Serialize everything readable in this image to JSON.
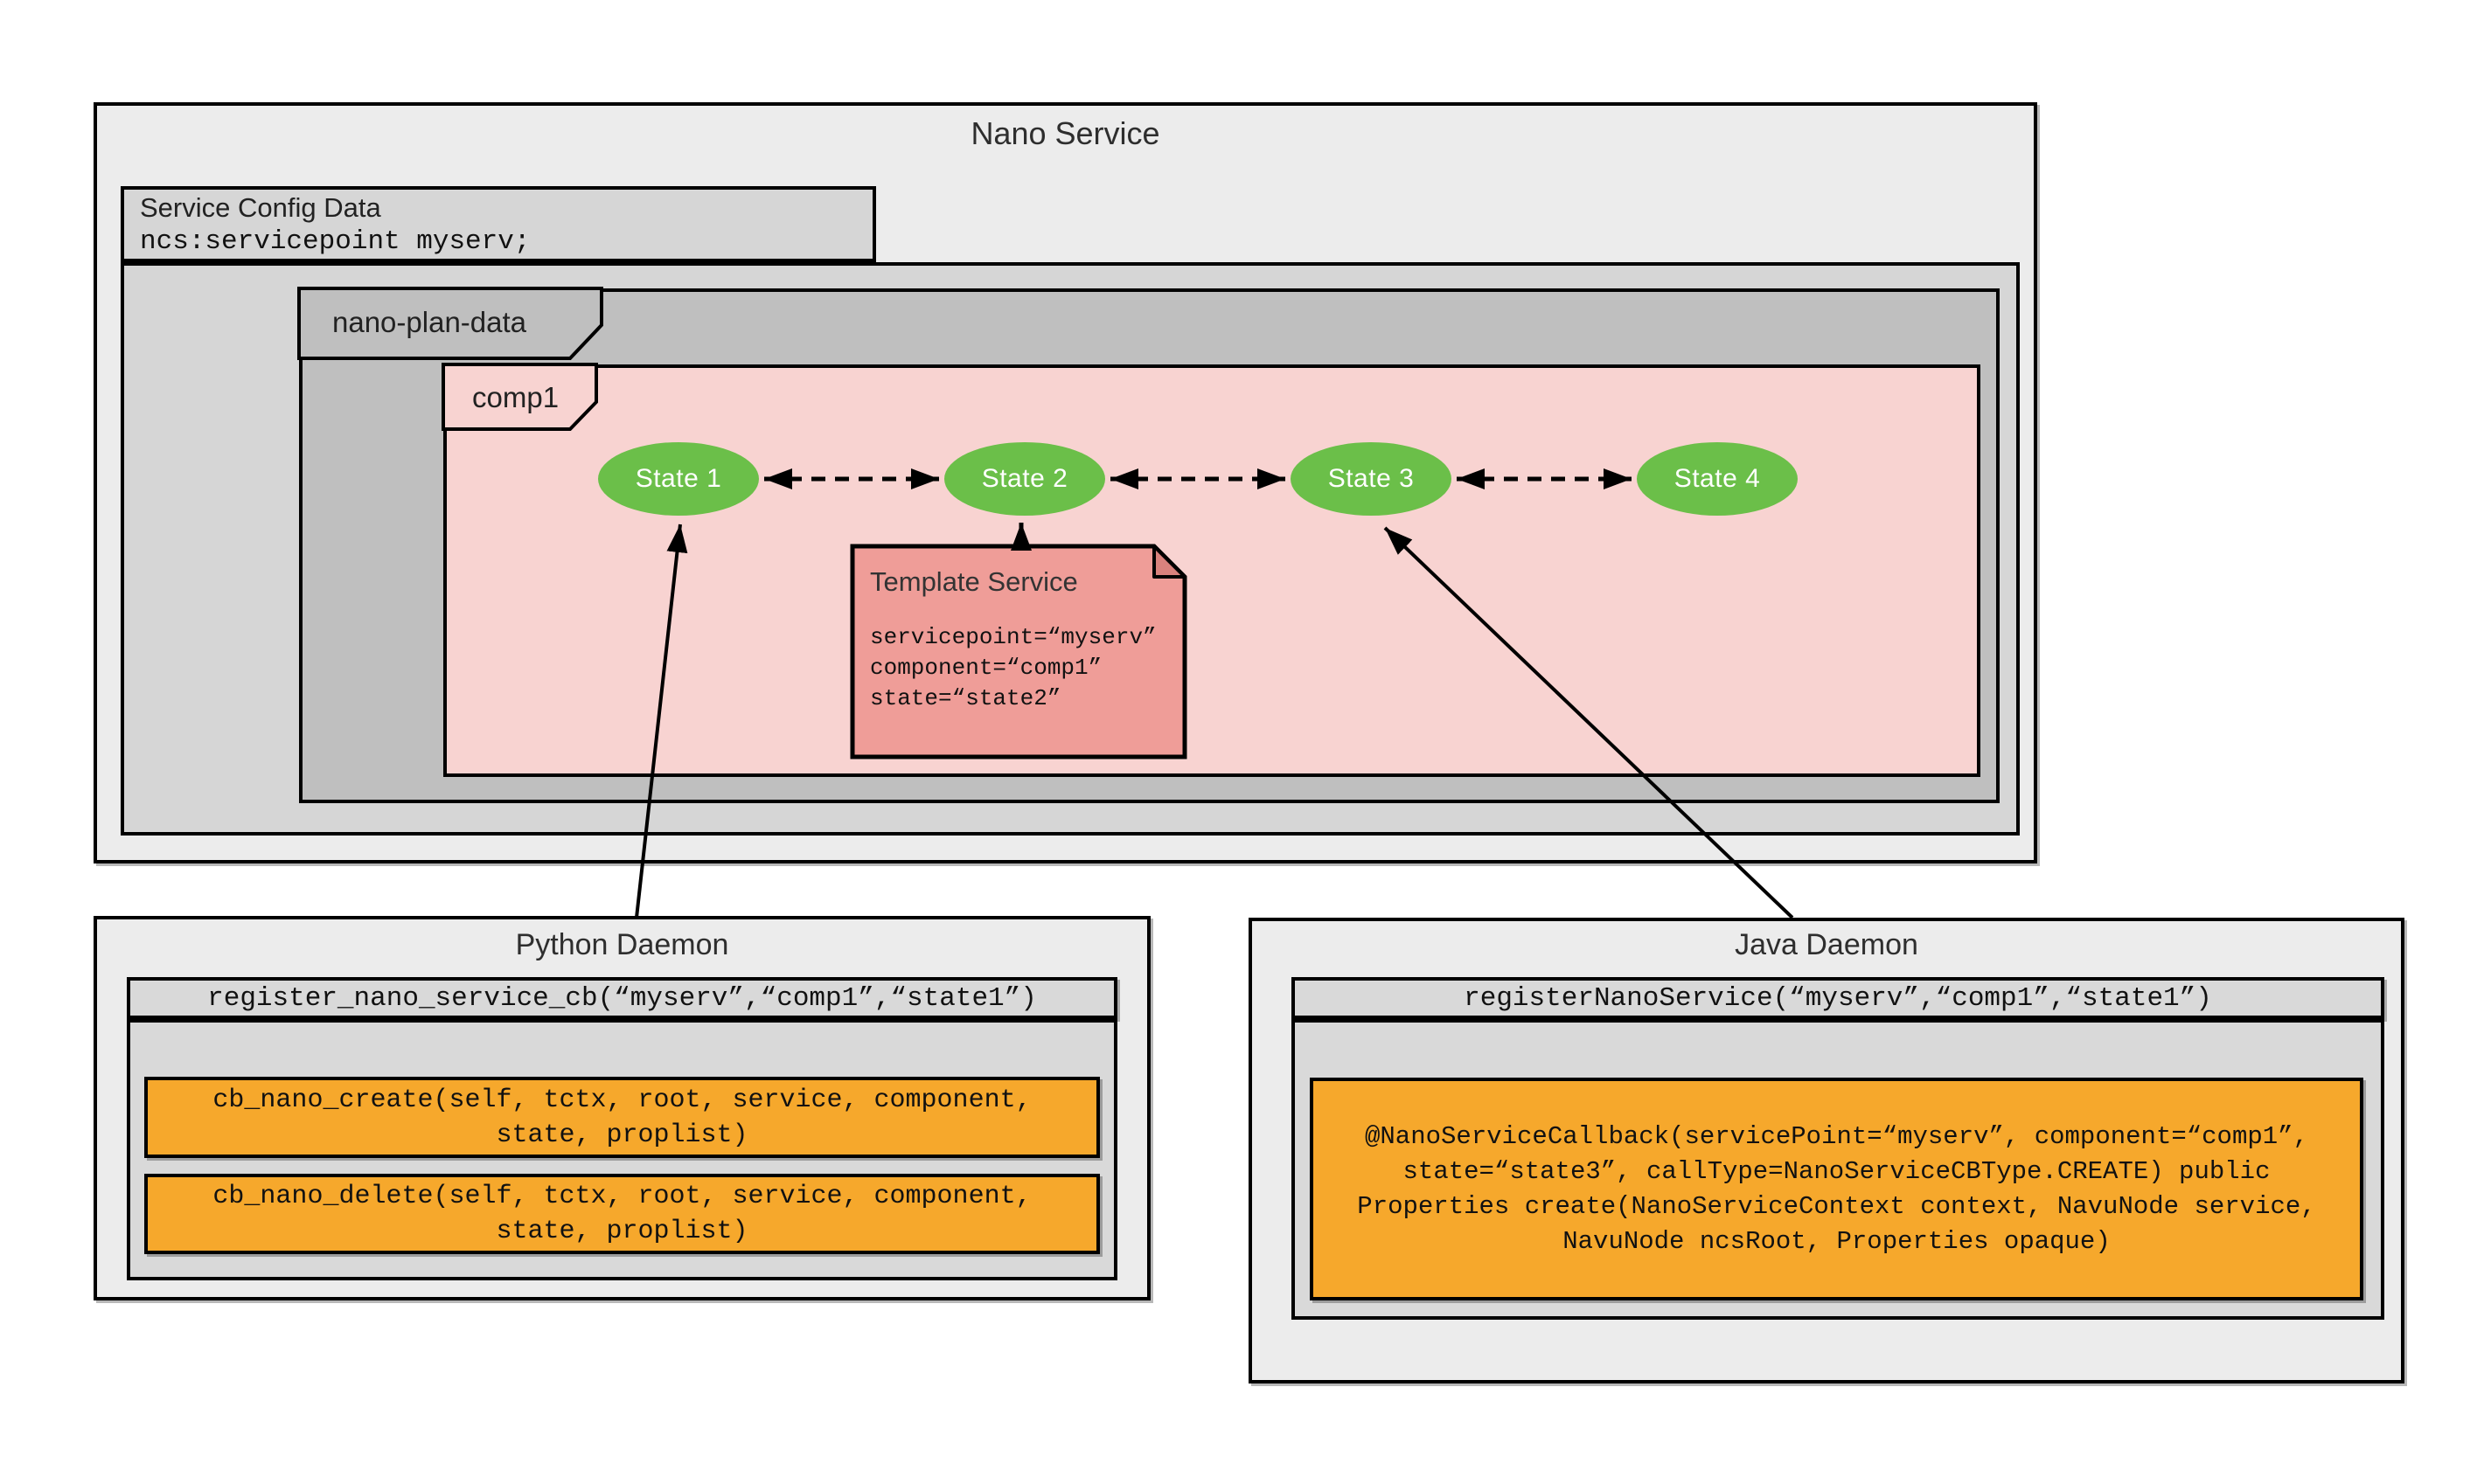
{
  "colors": {
    "outer_gray": "#ececec",
    "mid_gray": "#d6d6d6",
    "dark_gray": "#bfbfbf",
    "panel_gray": "#d9d9d9",
    "pink": "#f8d3d1",
    "note_salmon": "#ef9d98",
    "note_fold": "#d9827d",
    "state_green": "#6bbf49",
    "callback_orange": "#f6a82c",
    "border_black": "#000000"
  },
  "nano_service": {
    "title": "Nano Service",
    "service_config_label": "Service Config Data",
    "service_config_code": "ncs:servicepoint myserv;",
    "nano_plan_label": "nano-plan-data",
    "component_label": "comp1",
    "states": [
      {
        "label": "State 1"
      },
      {
        "label": "State 2"
      },
      {
        "label": "State 3"
      },
      {
        "label": "State 4"
      }
    ],
    "template_note": {
      "title": "Template Service",
      "lines": [
        "servicepoint=“myserv”",
        "component=“comp1”",
        "state=“state2”"
      ]
    }
  },
  "python_daemon": {
    "title": "Python Daemon",
    "register_call": "register_nano_service_cb(“myserv”,“comp1”,“state1”)",
    "callbacks": [
      {
        "line1": "cb_nano_create(self, tctx, root, service, component,",
        "line2": "state, proplist)"
      },
      {
        "line1": "cb_nano_delete(self, tctx, root, service, component,",
        "line2": "state, proplist)"
      }
    ]
  },
  "java_daemon": {
    "title": "Java Daemon",
    "register_call": "registerNanoService(“myserv”,“comp1”,“state1”)",
    "callback": {
      "lines": [
        "@NanoServiceCallback(servicePoint=“myserv”, component=“comp1”,",
        "state=“state3”, callType=NanoServiceCBType.CREATE) public",
        "Properties create(NanoServiceContext context, NavuNode service,",
        "NavuNode ncsRoot, Properties opaque)"
      ]
    }
  }
}
